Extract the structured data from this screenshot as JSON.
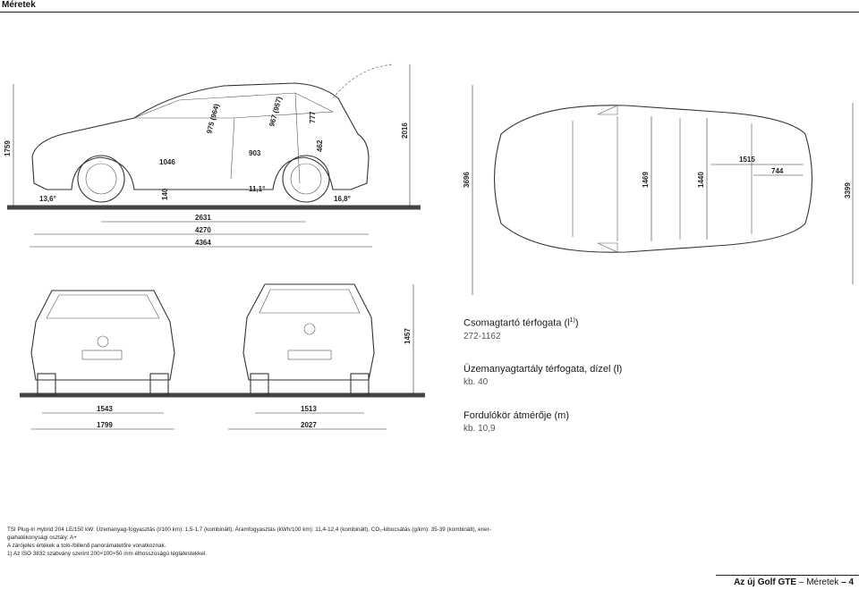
{
  "header": {
    "title": "Méretek"
  },
  "dimensions": {
    "side_height": "1759",
    "side_front_angle": "13,6°",
    "side_ground_clear": "140",
    "side_seat_a": "975 (964)",
    "side_seat_b": "967 (957)",
    "side_seat_c": "777",
    "side_seat_d": "462",
    "side_leg_1": "1046",
    "side_leg_2": "903",
    "side_ramp": "11,1°",
    "side_rear_angle": "16,8°",
    "side_open_height": "2016",
    "wheelbase": "2631",
    "length": "4270",
    "length_total": "4364",
    "top_width_mirrors": "3696",
    "top_inner_1": "1469",
    "top_inner_2": "1440",
    "top_trunk_width": "1515",
    "top_trunk_depth": "744",
    "top_turn": "3399",
    "rear_height": "1457",
    "front_track": "1543",
    "front_width": "1799",
    "rear_track": "1513",
    "rear_width": "2027"
  },
  "specs": [
    {
      "label": "Csomagtartó térfogata (l",
      "sup": "1)",
      "label_end": ")",
      "value": "272-1162"
    },
    {
      "label": "Üzemanyagtartály térfogata, dízel (l)",
      "value": "kb. 40"
    },
    {
      "label": "Fordulókör átmérője (m)",
      "value": "kb. 10,9"
    }
  ],
  "footnotes": {
    "line1": "TSI Plug-In Hybrid 204 LE/150 kW: Üzemanyag-fogyasztás (l/100 km): 1,5-1,7 (kombinált); Áramfogyasztás (kWh/100 km): 11,4-12,4 (kombinált), CO₂-kibocsátás (g/km): 35-39 (kombinált), ener-",
    "line2": "giahatékonysági osztály: A+",
    "line3": "A zárójeles értékek a toló-/billenő panorámatetőre vonatkoznak.",
    "line4": "1) Az ISO 3832 szabvány szerint 200×100×50 mm élhosszúságú téglatestekkel."
  },
  "footer": {
    "model": "Az új Golf GTE",
    "separator": "–",
    "section": "Méretek",
    "page": "4"
  }
}
